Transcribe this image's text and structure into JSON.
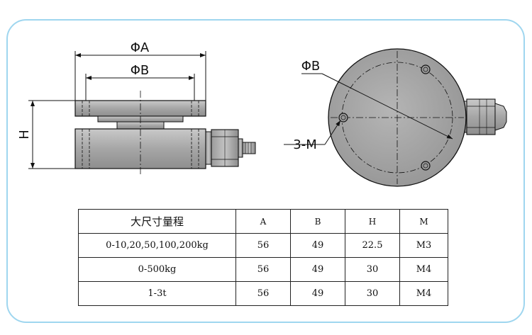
{
  "side_view": {
    "dim_a": "ΦA",
    "dim_b": "ΦB",
    "dim_h": "H"
  },
  "top_view": {
    "dim_b": "ΦB",
    "holes": "3-M"
  },
  "table": {
    "headers": [
      "大尺寸量程",
      "A",
      "B",
      "H",
      "M"
    ],
    "rows": [
      [
        "0-10,20,50,100,200kg",
        "56",
        "49",
        "22.5",
        "M3"
      ],
      [
        "0-500kg",
        "56",
        "49",
        "30",
        "M4"
      ],
      [
        "1-3t",
        "56",
        "49",
        "30",
        "M4"
      ]
    ]
  },
  "colors": {
    "frame_border": "#9fd6ef",
    "part_fill": "#a9a9a9",
    "line": "#111111"
  }
}
